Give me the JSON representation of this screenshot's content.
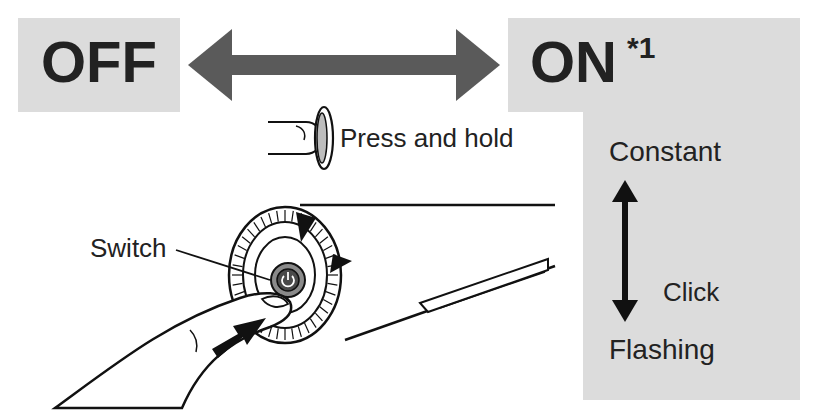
{
  "diagram": {
    "nodes": [
      {
        "text": [
          "OFF"
        ]
      },
      {
        "text": [
          "ON",
          "*1"
        ]
      },
      {
        "text": [
          "Constant"
        ],
        "in": 1
      },
      {
        "text": [
          "Flashing"
        ],
        "in": 1
      }
    ],
    "edges": [
      {
        "from": 0,
        "to": 1,
        "arrow": "both",
        "label": "Press and hold"
      },
      {
        "from": 2,
        "to": 3,
        "arrow": "both",
        "label": "Click"
      }
    ],
    "labels": [
      "Switch"
    ]
  }
}
